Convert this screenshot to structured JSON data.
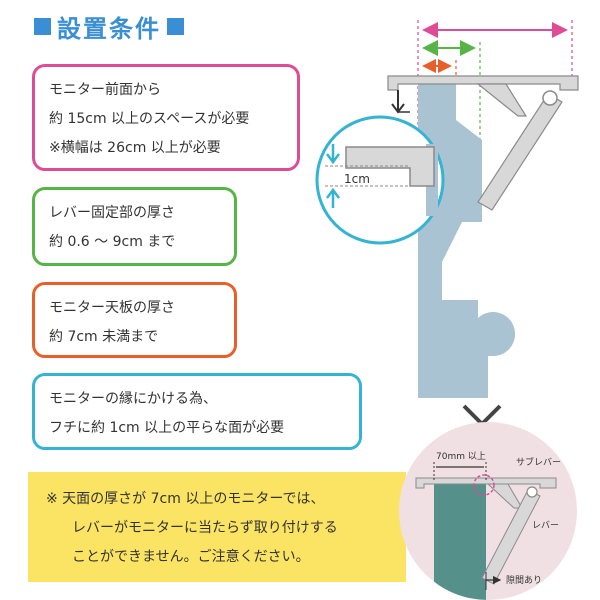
{
  "title": "設置条件",
  "conditions": [
    {
      "lines": [
        "モニター前面から",
        "約 15cm 以上のスペースが必要",
        "※横幅は 26cm 以上が必要"
      ],
      "color": "#e04b96"
    },
    {
      "lines": [
        "レバー固定部の厚さ",
        "約 0.6 ～ 9cm まで"
      ],
      "color": "#57b447"
    },
    {
      "lines": [
        "モニター天板の厚さ",
        "約 7cm 未満まで"
      ],
      "color": "#e85f2a"
    },
    {
      "lines": [
        "モニターの縁にかける為、",
        "フチに約 1cm 以上の平らな面が必要"
      ],
      "color": "#35b3d2"
    }
  ],
  "notice": {
    "lines": [
      "※ 天面の厚さが 7cm 以上のモニターでは、",
      "レバーがモニターに当たらず取り付けする",
      "ことができません。ご注意ください。"
    ],
    "background": "#fbe464"
  },
  "diagram": {
    "inset_label": "1cm",
    "ng_measure_label": "70mm 以上",
    "ng_labels": {
      "sub_lever": "サブレバー",
      "lever": "レバー",
      "gap": "隙間あり"
    },
    "colors": {
      "monitor": "#a9c3d3",
      "bracket": "#d8d8d8",
      "pink": "#e04b96",
      "green": "#57b447",
      "orange": "#e85f2a",
      "cyan": "#35b3d2",
      "cross": "#444444",
      "ng_bg": "#f0e0e4"
    }
  }
}
